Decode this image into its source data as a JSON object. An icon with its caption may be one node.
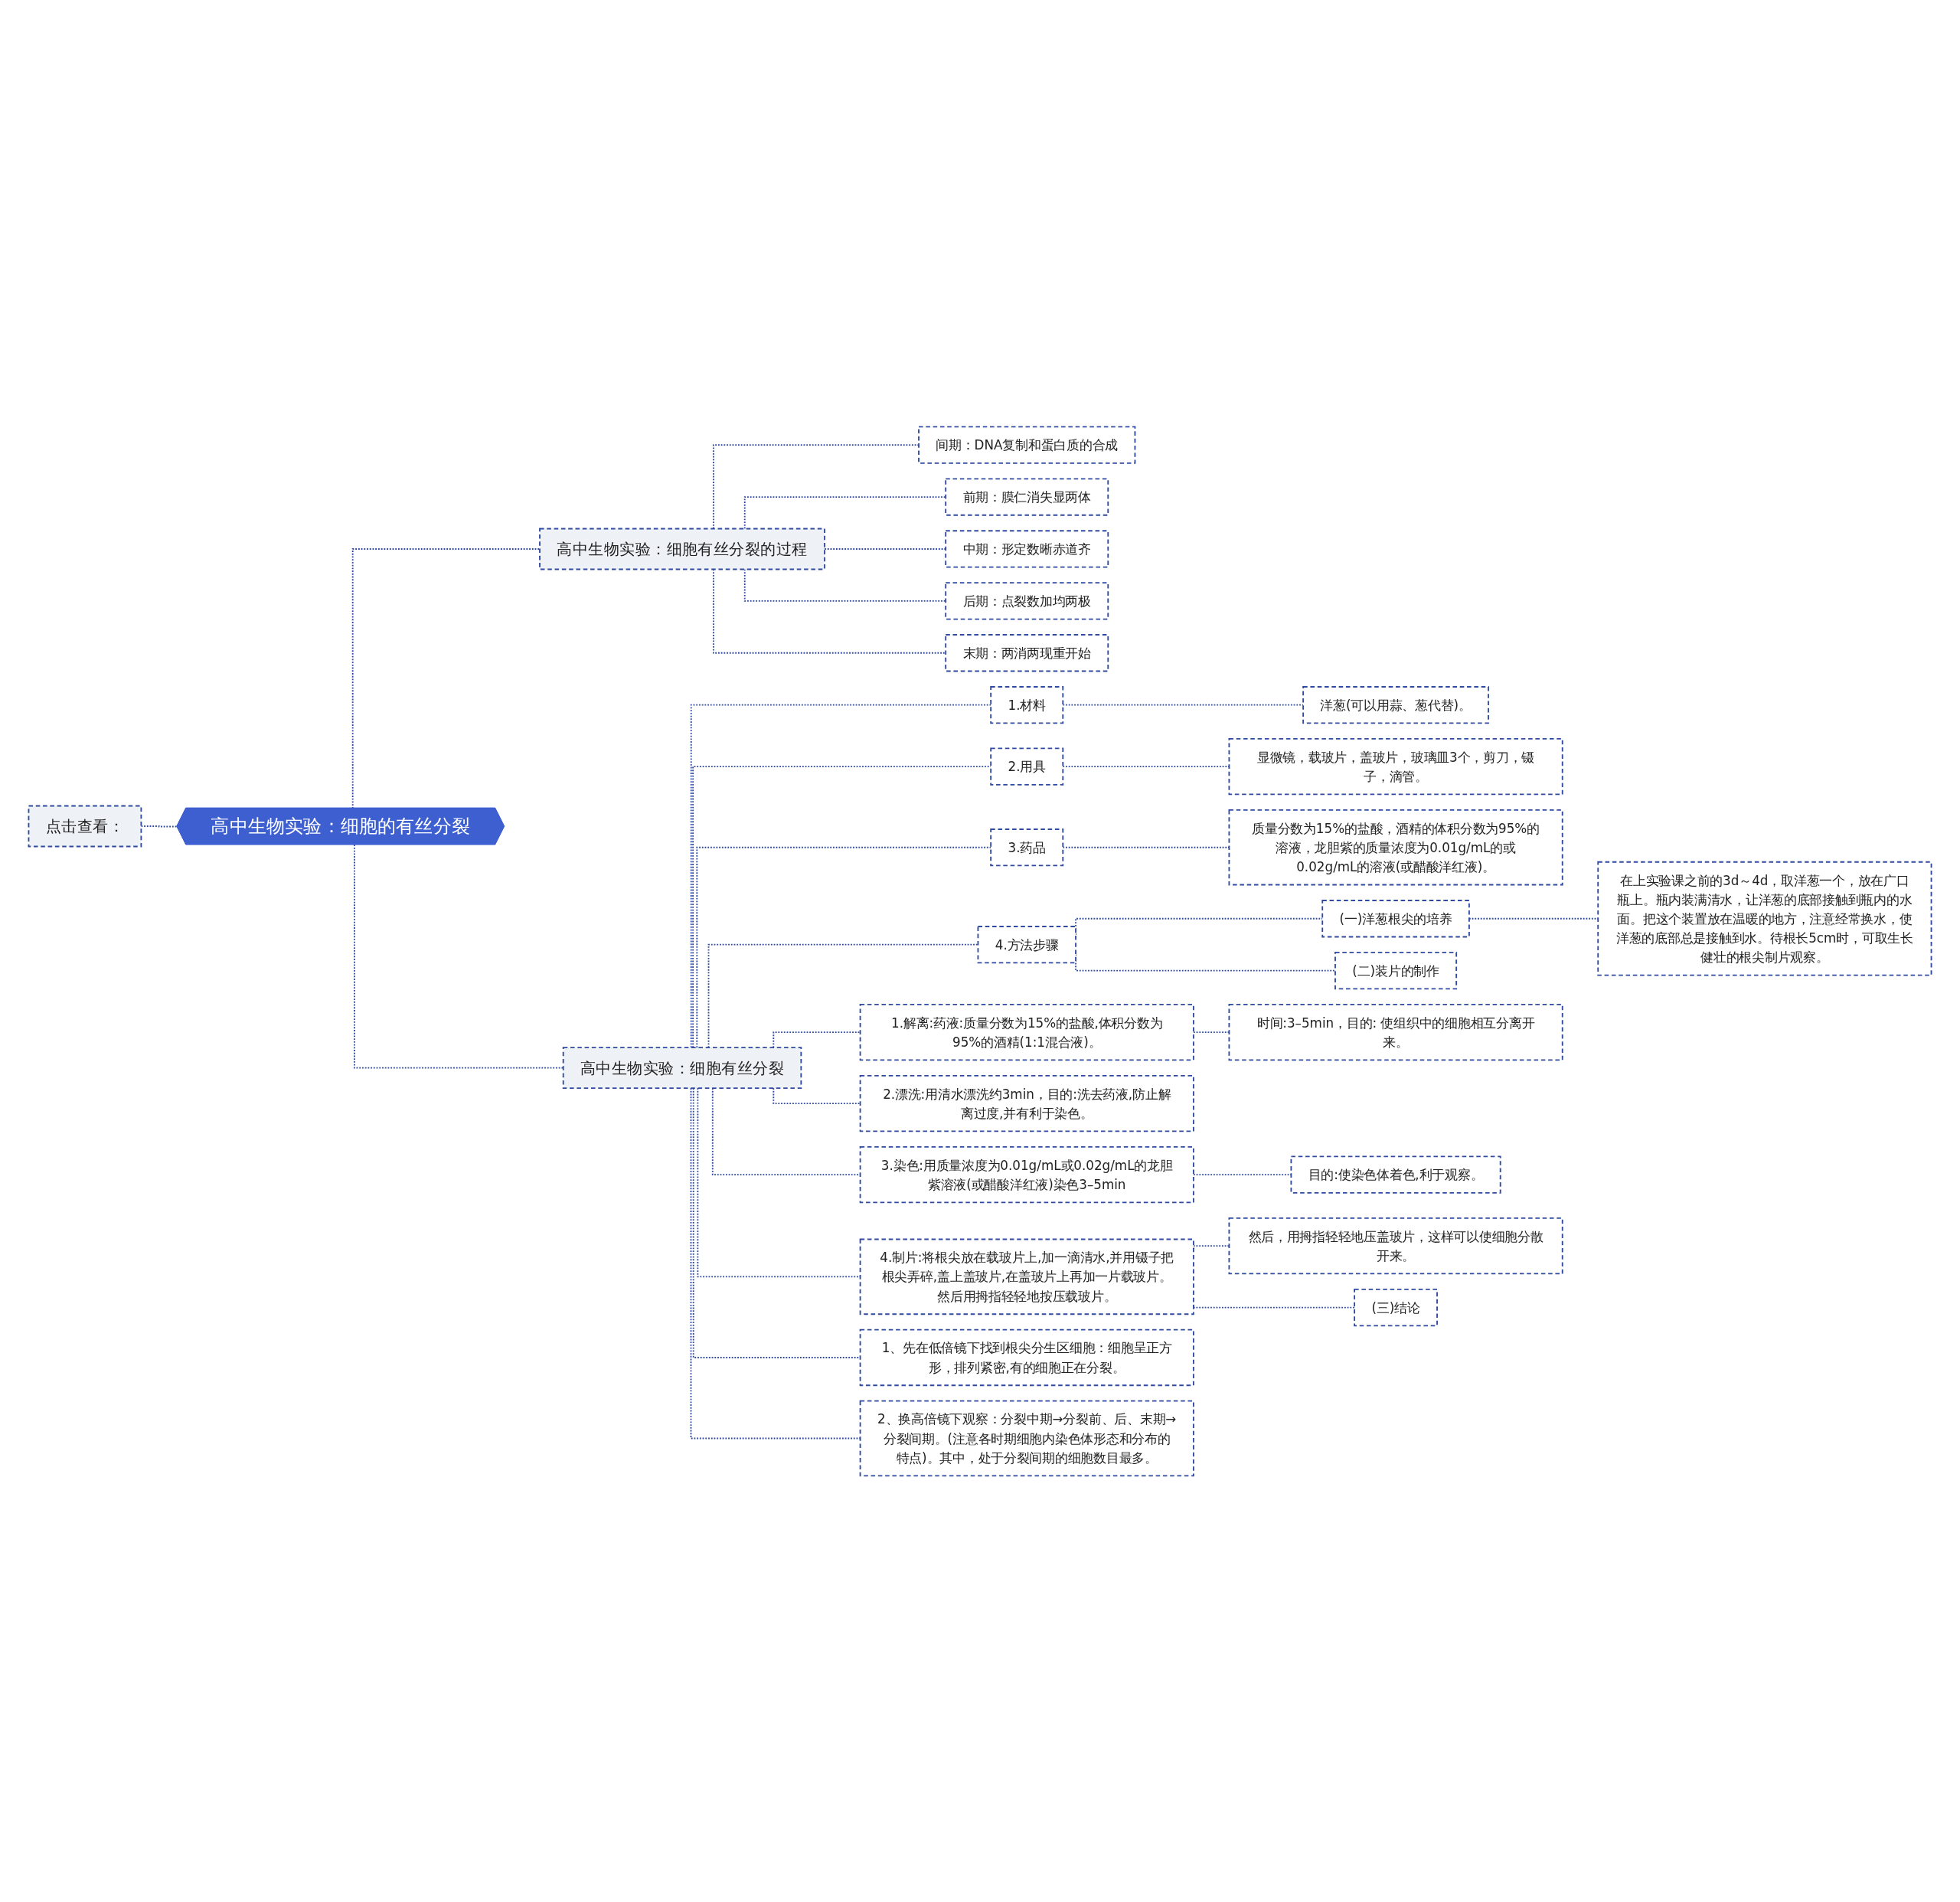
{
  "diagram": {
    "nodes": [
      {
        "text": [
          "点击查看："
        ]
      },
      {
        "text": [
          "高中生物实验：细胞的有丝分裂"
        ]
      },
      {
        "text": [
          "高中生物实验：细胞有丝分裂的过程"
        ]
      },
      {
        "text": [
          "间期：DNA复制和蛋白质的合成"
        ]
      },
      {
        "text": [
          "前期：膜仁消失显两体"
        ]
      },
      {
        "text": [
          "中期：形定数晰赤道齐"
        ]
      },
      {
        "text": [
          "后期：点裂数加均两极"
        ]
      },
      {
        "text": [
          "末期：两消两现重开始"
        ]
      },
      {
        "text": [
          "高中生物实验：细胞有丝分裂"
        ]
      },
      {
        "text": [
          "1.材料"
        ]
      },
      {
        "text": [
          "洋葱(可以用蒜、葱代替)。"
        ]
      },
      {
        "text": [
          "2.用具"
        ]
      },
      {
        "text": [
          "显微镜，载玻片，盖玻片，玻璃皿3个，剪刀，镊子，滴管。"
        ]
      },
      {
        "text": [
          "3.药品"
        ]
      },
      {
        "text": [
          "质量分数为15%的盐酸，酒精的体积分数为95%的溶液，龙胆紫的质量浓度为0.01g/mL的或0.02g/mL的溶液(或醋酸洋红液)。"
        ]
      },
      {
        "text": [
          "4.方法步骤"
        ]
      },
      {
        "text": [
          "(一)洋葱根尖的培养"
        ]
      },
      {
        "text": [
          "在上实验课之前的3d～4d，取洋葱一个，放在广口瓶上。瓶内装满清水，让洋葱的底部接触到瓶内的水面。把这个装置放在温暖的地方，注意经常换水，使洋葱的底部总是接触到水。待根长5cm时，可取生长健壮的根尖制片观察。"
        ]
      },
      {
        "text": [
          "(二)装片的制作"
        ]
      },
      {
        "text": [
          "1.解离:药液:质量分数为15%的盐酸,体积分数为95%的酒精(1:1混合液)。"
        ]
      },
      {
        "text": [
          "时间:3–5min，目的: 使组织中的细胞相互分离开来。"
        ]
      },
      {
        "text": [
          "2.漂洗:用清水漂洗约3min，目的:洗去药液,防止解离过度,并有利于染色。"
        ]
      },
      {
        "text": [
          "3.染色:用质量浓度为0.01g/mL或0.02g/mL的龙胆紫溶液(或醋酸洋红液)染色3–5min"
        ]
      },
      {
        "text": [
          "目的:使染色体着色,利于观察。"
        ]
      },
      {
        "text": [
          "4.制片:将根尖放在载玻片上,加一滴清水,并用镊子把根尖弄碎,盖上盖玻片,在盖玻片上再加一片载玻片。然后用拇指轻轻地按压载玻片。"
        ]
      },
      {
        "text": [
          "然后，用拇指轻轻地压盖玻片，这样可以使细胞分散开来。"
        ]
      },
      {
        "text": [
          "(三)结论"
        ]
      },
      {
        "text": [
          "1、先在低倍镜下找到根尖分生区细胞：细胞呈正方形，排列紧密,有的细胞正在分裂。"
        ]
      },
      {
        "text": [
          "2、换高倍镜下观察：分裂中期→分裂前、后、末期→分裂间期。(注意各时期细胞内染色体形态和分布的特点)。其中，处于分裂间期的细胞数目最多。"
        ]
      }
    ],
    "edges": [
      {
        "from": 0,
        "to": 1,
        "arrow": "none",
        "style": "dashed"
      },
      {
        "from": 1,
        "to": 2,
        "arrow": "none",
        "style": "dashed"
      },
      {
        "from": 1,
        "to": 8,
        "arrow": "none",
        "style": "dashed"
      },
      {
        "from": 2,
        "to": 3,
        "arrow": "none",
        "style": "dashed"
      },
      {
        "from": 2,
        "to": 4,
        "arrow": "none",
        "style": "dashed"
      },
      {
        "from": 2,
        "to": 5,
        "arrow": "none",
        "style": "dashed"
      },
      {
        "from": 2,
        "to": 6,
        "arrow": "none",
        "style": "dashed"
      },
      {
        "from": 2,
        "to": 7,
        "arrow": "none",
        "style": "dashed"
      },
      {
        "from": 8,
        "to": 9,
        "arrow": "none",
        "style": "dashed"
      },
      {
        "from": 9,
        "to": 10,
        "arrow": "none",
        "style": "dashed"
      },
      {
        "from": 8,
        "to": 11,
        "arrow": "none",
        "style": "dashed"
      },
      {
        "from": 11,
        "to": 12,
        "arrow": "none",
        "style": "dashed"
      },
      {
        "from": 8,
        "to": 13,
        "arrow": "none",
        "style": "dashed"
      },
      {
        "from": 13,
        "to": 14,
        "arrow": "none",
        "style": "dashed"
      },
      {
        "from": 8,
        "to": 15,
        "arrow": "none",
        "style": "dashed"
      },
      {
        "from": 15,
        "to": 16,
        "arrow": "none",
        "style": "dashed"
      },
      {
        "from": 16,
        "to": 17,
        "arrow": "none",
        "style": "dashed"
      },
      {
        "from": 15,
        "to": 18,
        "arrow": "none",
        "style": "dashed"
      },
      {
        "from": 8,
        "to": 19,
        "arrow": "none",
        "style": "dashed"
      },
      {
        "from": 19,
        "to": 20,
        "arrow": "none",
        "style": "dashed"
      },
      {
        "from": 8,
        "to": 21,
        "arrow": "none",
        "style": "dashed"
      },
      {
        "from": 8,
        "to": 22,
        "arrow": "none",
        "style": "dashed"
      },
      {
        "from": 22,
        "to": 23,
        "arrow": "none",
        "style": "dashed"
      },
      {
        "from": 8,
        "to": 24,
        "arrow": "none",
        "style": "dashed"
      },
      {
        "from": 24,
        "to": 25,
        "arrow": "none",
        "style": "dashed"
      },
      {
        "from": 24,
        "to": 26,
        "arrow": "none",
        "style": "dashed"
      },
      {
        "from": 8,
        "to": 27,
        "arrow": "none",
        "style": "dashed"
      },
      {
        "from": 8,
        "to": 28,
        "arrow": "none",
        "style": "dashed"
      }
    ]
  }
}
